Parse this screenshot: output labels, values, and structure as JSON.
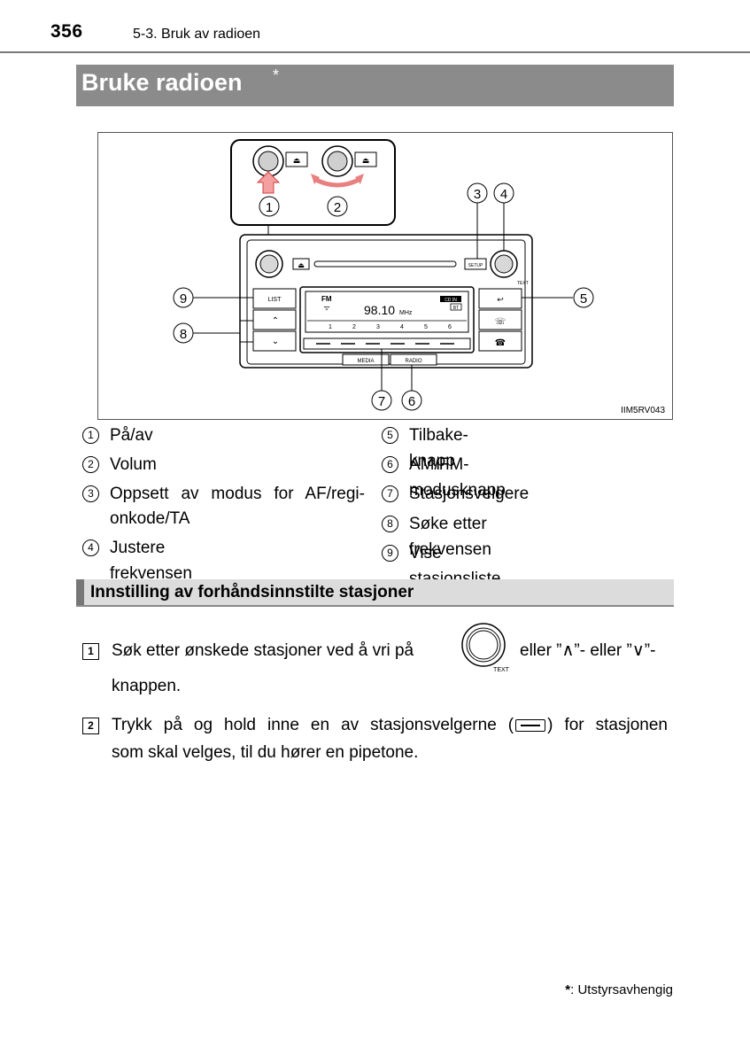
{
  "header": {
    "page_number": "356",
    "section": "5-3. Bruk av radioen"
  },
  "title": {
    "text": "Bruke radioen",
    "star": "*"
  },
  "figure": {
    "id": "IIM5RV043",
    "callouts": [
      "1",
      "2",
      "3",
      "4",
      "5",
      "6",
      "7",
      "8",
      "9"
    ],
    "radio": {
      "list_label": "LIST",
      "setup_label": "SETUP",
      "text_label": "TEXT",
      "band": "FM",
      "frequency": "98.10",
      "unit": "MHz",
      "cd_in": "CD IN",
      "bt": "BT",
      "presets": [
        "1",
        "2",
        "3",
        "4",
        "5",
        "6"
      ],
      "media_label": "MEDIA",
      "radio_label": "RADIO",
      "back_icon": "back-arrow-icon",
      "phone_icon": "phone-icon"
    }
  },
  "legend": [
    {
      "num": "1",
      "label": "På/av"
    },
    {
      "num": "2",
      "label": "Volum"
    },
    {
      "num": "3",
      "label": "Oppsett av modus for AF/regi-",
      "label2": "onkode/TA"
    },
    {
      "num": "4",
      "label": "Justere frekvensen"
    },
    {
      "num": "5",
      "label": "Tilbake-knapp"
    },
    {
      "num": "6",
      "label": "AM/FM-modusknapp"
    },
    {
      "num": "7",
      "label": "Stasjonsvelgere"
    },
    {
      "num": "8",
      "label": "Søke etter frekvensen"
    },
    {
      "num": "9",
      "label": "Vise stasjonsliste"
    }
  ],
  "subsection": {
    "title": "Innstilling av forhåndsinnstilte stasjoner"
  },
  "steps": [
    {
      "num": "1",
      "part1": "Søk etter ønskede stasjoner ved å vri på",
      "part2": "eller ”∧”- eller ”∨”-",
      "part3": "knappen.",
      "icon_label": "TEXT"
    },
    {
      "num": "2",
      "line1a": "Trykk på og hold inne en av stasjonsvelgerne (",
      "line1b": ") for stasjonen",
      "line2": "som skal velges, til du hører en pipetone."
    }
  ],
  "footnote": {
    "star": "*",
    "text": ": Utstyrsavhengig"
  }
}
